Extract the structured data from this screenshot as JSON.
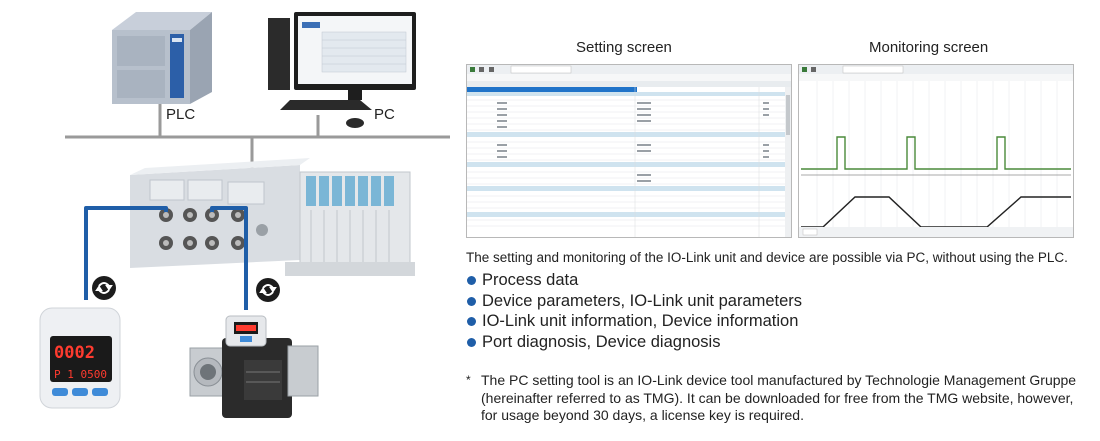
{
  "labels": {
    "plc": "PLC",
    "pc": "PC",
    "setting_screen": "Setting screen",
    "monitoring_screen": "Monitoring screen"
  },
  "description": "The setting and monitoring of the IO-Link unit and device are possible via PC, without using the PLC.",
  "bullets": [
    "Process data",
    "Device parameters, IO-Link unit parameters",
    "IO-Link unit information, Device information",
    "Port diagnosis, Device diagnosis"
  ],
  "note": {
    "mark": "*",
    "text": "The PC setting tool is an IO-Link device tool manufactured by Technologie Management Gruppe (hereinafter referred to as TMG). It can be downloaded for free from the TMG website, however, for usage beyond 30 days, a license key is required."
  },
  "colors": {
    "cable": "#1f5ea8",
    "bullet": "#1f5ea8",
    "monitor_signal": "#4a8a3a",
    "monitor_analog": "#222222",
    "table_header": "#cfe3ef"
  },
  "icons": [
    "io-link-icon",
    "io-link-icon"
  ]
}
